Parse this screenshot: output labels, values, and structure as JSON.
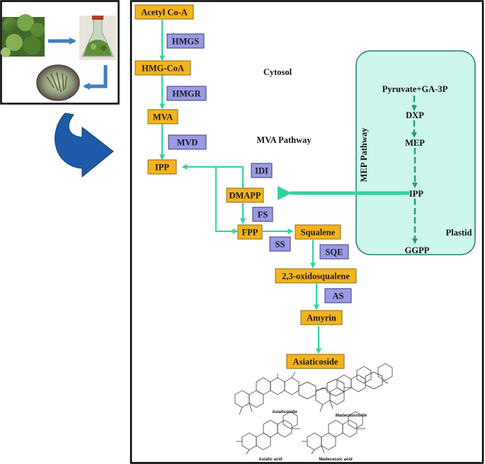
{
  "colors": {
    "metabolite_fill": "#f5b41e",
    "enzyme_fill": "#9a9ae6",
    "arrow": "#2fd3a0",
    "plastid_fill": "#ccf6ee",
    "plastid_stroke": "#2a7a6a",
    "curved_arrow": "#1e5aa8",
    "flow_arrow": "#3d7fc1"
  },
  "icons": {
    "plant_leaves": "plant-leaves-image",
    "callus_flask": "callus-flask-image",
    "petri_dish": "petri-dish-image",
    "curved_arrow": "curved-blue-arrow"
  },
  "labels": {
    "cytosol": "Cytosol",
    "mva_pathway": "MVA Pathway",
    "mep_pathway": "MEP Pathway",
    "plastid": "Plastid"
  },
  "metabolites": {
    "acetyl_coa": "Acetyl Co-A",
    "hmg_coa": "HMG-CoA",
    "mva": "MVA",
    "ipp": "IPP",
    "dmapp": "DMAPP",
    "fpp": "FPP",
    "squalene": "Squalene",
    "oxidosqualene": "2,3-oxidosqualene",
    "amyrin": "Amyrin",
    "asiaticoside": "Asiaticoside"
  },
  "enzymes": {
    "hmgs": "HMGS",
    "hmgr": "HMGR",
    "mvd": "MVD",
    "idi": "IDI",
    "fs": "FS",
    "ss": "SS",
    "sqe": "SQE",
    "as": "AS"
  },
  "mep": {
    "pyruvate": "Pyruvate+GA-3P",
    "dxp": "DXP",
    "mep": "MEP",
    "ipp": "IPP",
    "ggpp": "GGPP"
  },
  "structures": {
    "asiaticoside": "Asiaticoside",
    "madecassoside": "Madecassoside",
    "asiatic_acid": "Asiatic acid",
    "madecassic_acid": "Madecassic acid"
  }
}
